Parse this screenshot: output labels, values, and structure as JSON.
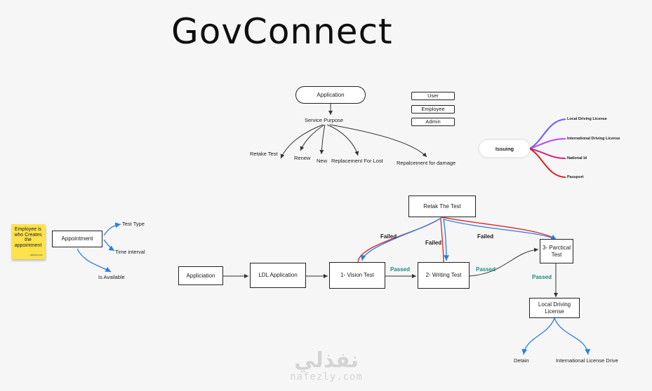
{
  "title": "GovConnect",
  "application": {
    "label": "Application",
    "service_purpose": "Service Purpose",
    "purposes": [
      "Retake Test",
      "Renew",
      "New",
      "Replacement For Lost",
      "Repalcement for damage"
    ]
  },
  "roles": [
    "User",
    "Employee",
    "Admin"
  ],
  "issuing": {
    "label": "Issuing",
    "items": [
      "Local Driving License",
      "International Driving License",
      "National Id",
      "Passport"
    ],
    "colors": [
      "#6a5cff",
      "#b44cff",
      "#d1267a",
      "#e02020"
    ]
  },
  "sticky": {
    "text": "Employee is who Creates the appointment",
    "author": "nafezly.com"
  },
  "appointment": {
    "label": "Appointment",
    "items": [
      "Test Type",
      "Time interval",
      "Is Available"
    ]
  },
  "flow": {
    "application": "Appliciation",
    "ldl_application": "LDL Application",
    "vision_test": "1- Vision Test",
    "writing_test": "2- Writing Test",
    "practical_test": "3- Parctical Test",
    "retake_test": "Retak The Test",
    "local_license": "Local Driving License",
    "passed": "Passed",
    "failed": "Failed",
    "outcomes": [
      "Detain",
      "International License Drive"
    ]
  },
  "watermark": {
    "arabic": "نفذلي",
    "latin": "nafezly.com"
  }
}
